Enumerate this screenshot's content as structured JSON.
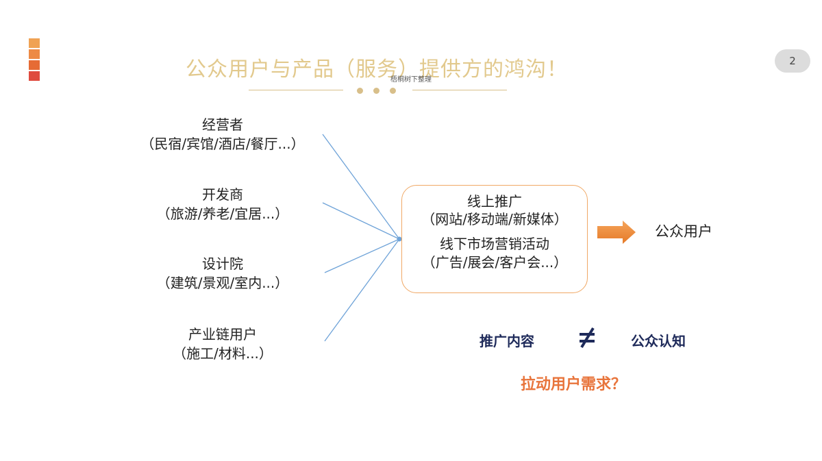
{
  "colors": {
    "accent_bars": [
      "#f0a254",
      "#ed8a45",
      "#e66b35",
      "#df4b3f"
    ],
    "title": "#e2c98d",
    "box_border": "#f0a865",
    "arrow": "#ef8a35",
    "connector": "#6fa3d8",
    "compare_text": "#1e2a5a",
    "question": "#e8743b"
  },
  "header": {
    "title": "公众用户与产品（服务）提供方的鸿沟！",
    "note": "梧桐树下整理",
    "page_number": "2"
  },
  "sources": [
    {
      "name": "经营者",
      "detail": "（民宿/宾馆/酒店/餐厅...）"
    },
    {
      "name": "开发商",
      "detail": "（旅游/养老/宜居...）"
    },
    {
      "name": "设计院",
      "detail": "（建筑/景观/室内...）"
    },
    {
      "name": "产业链用户",
      "detail": "（施工/材料...）"
    }
  ],
  "channels": {
    "online": "线上推广",
    "online_detail": "（网站/移动端/新媒体）",
    "offline": "线下市场营销活动",
    "offline_detail": "（广告/展会/客户会...）"
  },
  "target": "公众用户",
  "comparison": {
    "left": "推广内容",
    "right": "公众认知",
    "operator_icon": "not-equal-icon"
  },
  "question": "拉动用户需求？"
}
